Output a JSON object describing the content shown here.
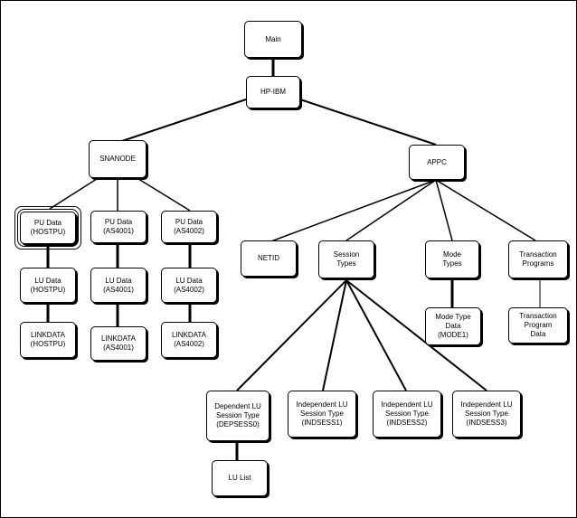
{
  "nodes": {
    "main": "Main",
    "hpibm": "HP-IBM",
    "snanode": "SNANODE",
    "appc": "APPC",
    "pu_hostpu": "PU Data\n(HOSTPU)",
    "pu_as4001": "PU Data\n(AS4001)",
    "pu_as4002": "PU Data\n(AS4002)",
    "lu_hostpu": "LU Data\n(HOSTPU)",
    "lu_as4001": "LU Data\n(AS4001)",
    "lu_as4002": "LU Data\n(AS4002)",
    "link_hostpu": "LINKDATA\n(HOSTPU)",
    "link_as4001": "LINKDATA\n(AS4001)",
    "link_as4002": "LINKDATA\n(AS4002)",
    "netid": "NETID",
    "session_types": "Session\nTypes",
    "mode_types": "Mode\nTypes",
    "tp": "Transaction\nPrograms",
    "mode_data": "Mode Type\nData\n(MODE1)",
    "tp_data": "Transaction\nProgram\nData",
    "dep_lu": "Dependent LU\nSession Type\n(DEPSESS0)",
    "indep1": "Independent LU\nSession Type\n(INDSESS1)",
    "indep2": "Independent LU\nSession Type\n(INDSESS2)",
    "indep3": "Independent LU\nSession Type\n(INDSESS3)",
    "lu_list": "LU List"
  }
}
